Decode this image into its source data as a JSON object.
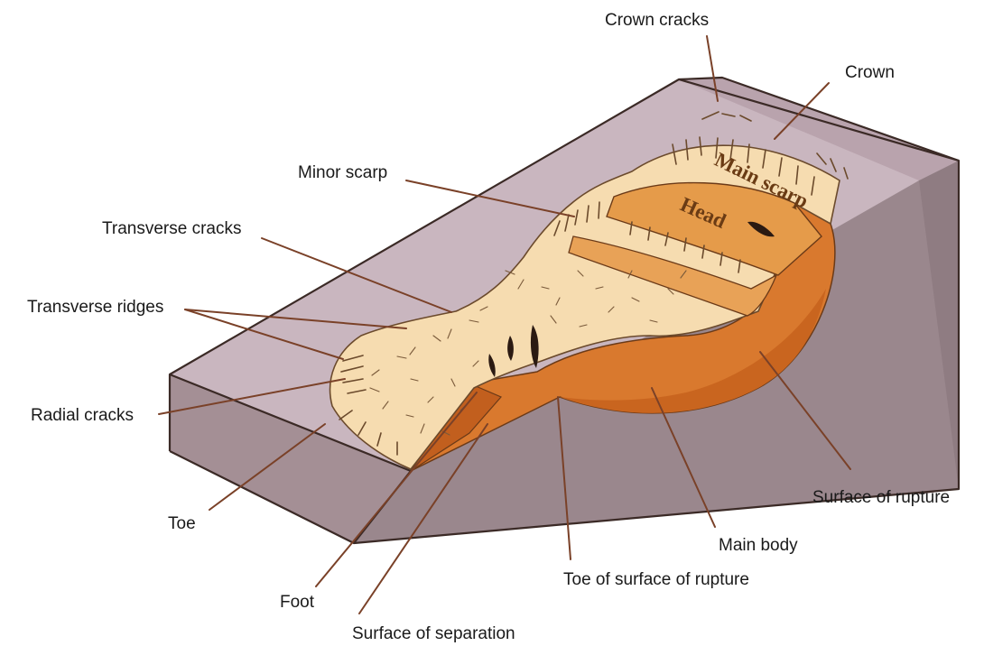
{
  "diagram": {
    "labels": {
      "crown_cracks": "Crown cracks",
      "crown": "Crown",
      "minor_scarp": "Minor scarp",
      "transverse_cracks": "Transverse cracks",
      "transverse_ridges": "Transverse ridges",
      "radial_cracks": "Radial cracks",
      "toe": "Toe",
      "foot": "Foot",
      "surface_of_separation": "Surface of separation",
      "toe_of_surface_of_rupture": "Toe of surface of rupture",
      "main_body": "Main body",
      "surface_of_rupture": "Surface of rupture"
    },
    "in_figure_text": {
      "main_scarp": "Main scarp",
      "head": "Head"
    },
    "colors": {
      "top_surface": "#c9b6bf",
      "front_face": "#a48f95",
      "side_face": "#9a878d",
      "rupture_body": "#d9792e",
      "head_block": "#e59b4a",
      "debris": "#f6dcb0",
      "leader_lines": "#7a4128"
    }
  }
}
